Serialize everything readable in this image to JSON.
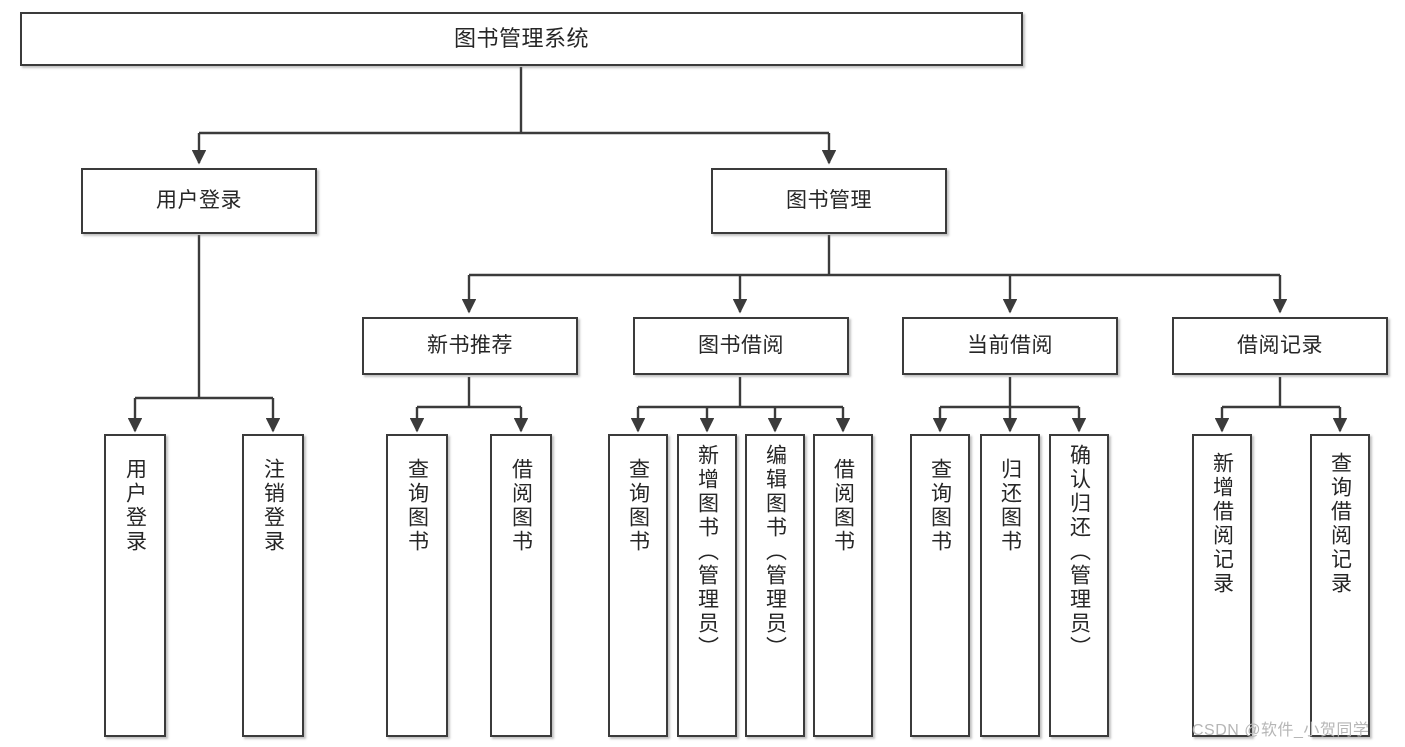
{
  "diagram": {
    "title": "图书管理系统",
    "watermark": "CSDN @软件_小贺同学",
    "stroke_color": "#3b3b3b",
    "text_color": "#262626",
    "background_color": "#ffffff",
    "nodes": {
      "root": {
        "label": "图书管理系统"
      },
      "l2": [
        {
          "label": "用户登录"
        },
        {
          "label": "图书管理"
        }
      ],
      "l3": [
        {
          "label": "新书推荐"
        },
        {
          "label": "图书借阅"
        },
        {
          "label": "当前借阅"
        },
        {
          "label": "借阅记录"
        }
      ],
      "leaves_user_login": [
        {
          "label": "用户登录"
        },
        {
          "label": "注销登录"
        }
      ],
      "leaves_new_book": [
        {
          "label": "查询图书"
        },
        {
          "label": "借阅图书"
        }
      ],
      "leaves_borrow": [
        {
          "label": "查询图书"
        },
        {
          "label": "新增图书（管理员）"
        },
        {
          "label": "编辑图书（管理员）"
        },
        {
          "label": "借阅图书"
        }
      ],
      "leaves_current": [
        {
          "label": "查询图书"
        },
        {
          "label": "归还图书"
        },
        {
          "label": "确认归还（管理员）"
        }
      ],
      "leaves_records": [
        {
          "label": "新增借阅记录"
        },
        {
          "label": "查询借阅记录"
        }
      ]
    }
  }
}
